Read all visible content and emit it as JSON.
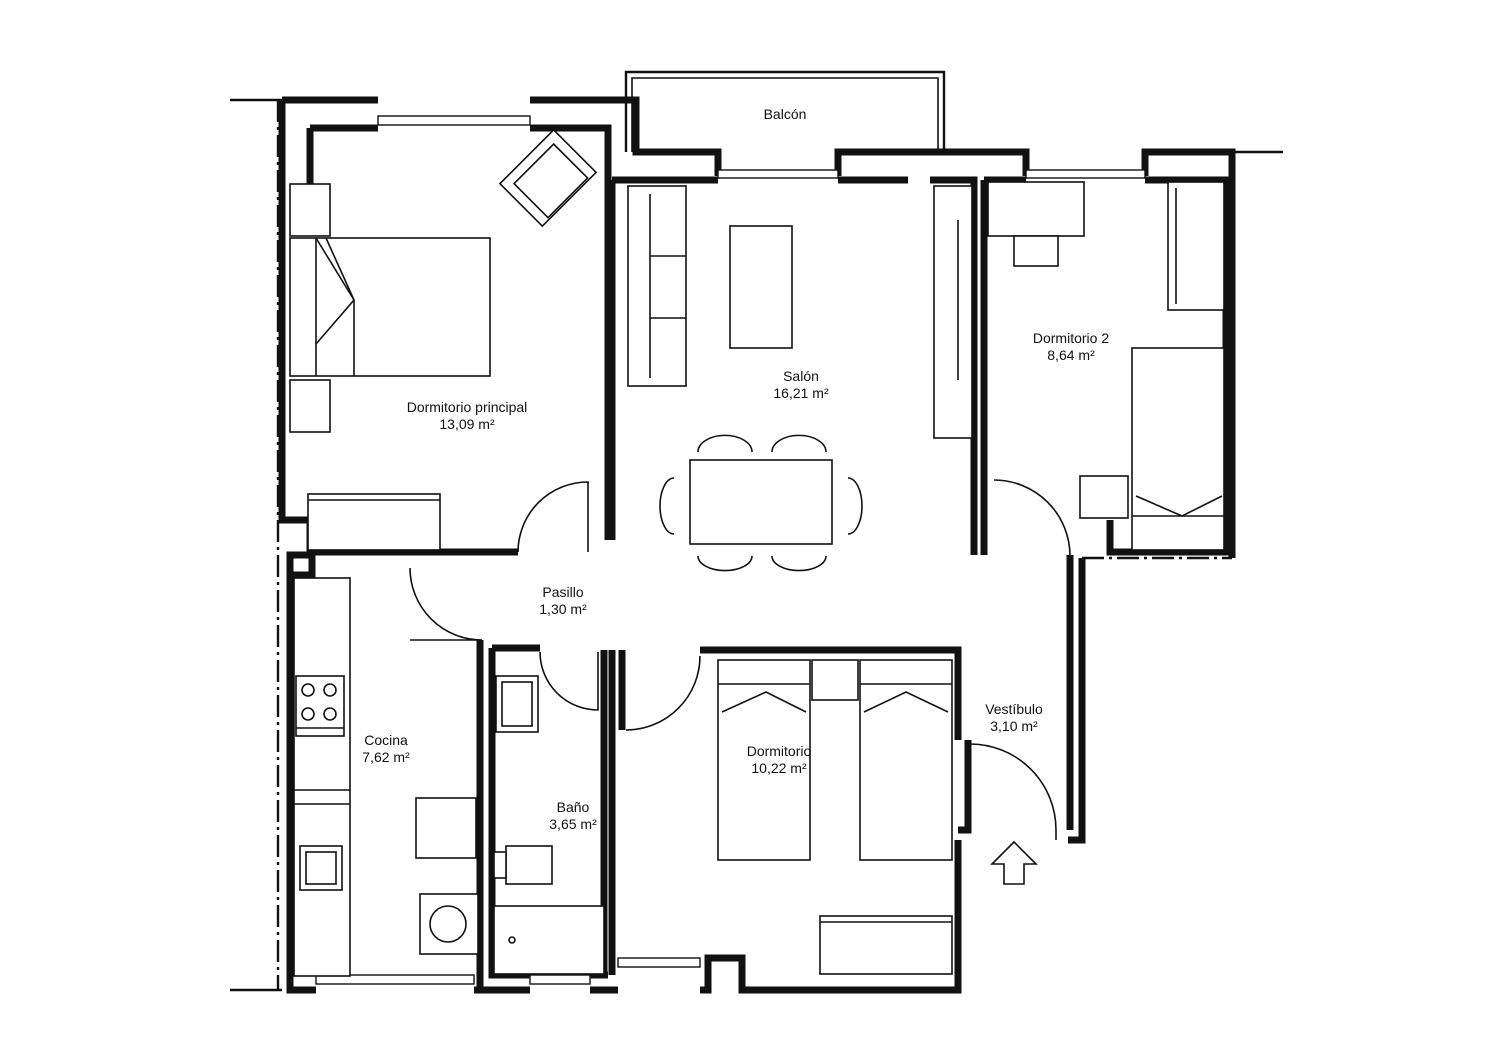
{
  "rooms": {
    "balcon": {
      "name": "Balcón"
    },
    "dormitorio_principal": {
      "name": "Dormitorio principal",
      "area": "13,09 m²"
    },
    "salon": {
      "name": "Salón",
      "area": "16,21 m²"
    },
    "dormitorio_2": {
      "name": "Dormitorio 2",
      "area": "8,64 m²"
    },
    "pasillo": {
      "name": "Pasillo",
      "area": "1,30 m²"
    },
    "cocina": {
      "name": "Cocina",
      "area": "7,62 m²"
    },
    "bano": {
      "name": "Baño",
      "area": "3,65 m²"
    },
    "dormitorio": {
      "name": "Dormitorio",
      "area": "10,22 m²"
    },
    "vestibulo": {
      "name": "Vestíbulo",
      "area": "3,10 m²"
    }
  },
  "icons": {
    "entrance": "entrance-arrow-icon"
  }
}
